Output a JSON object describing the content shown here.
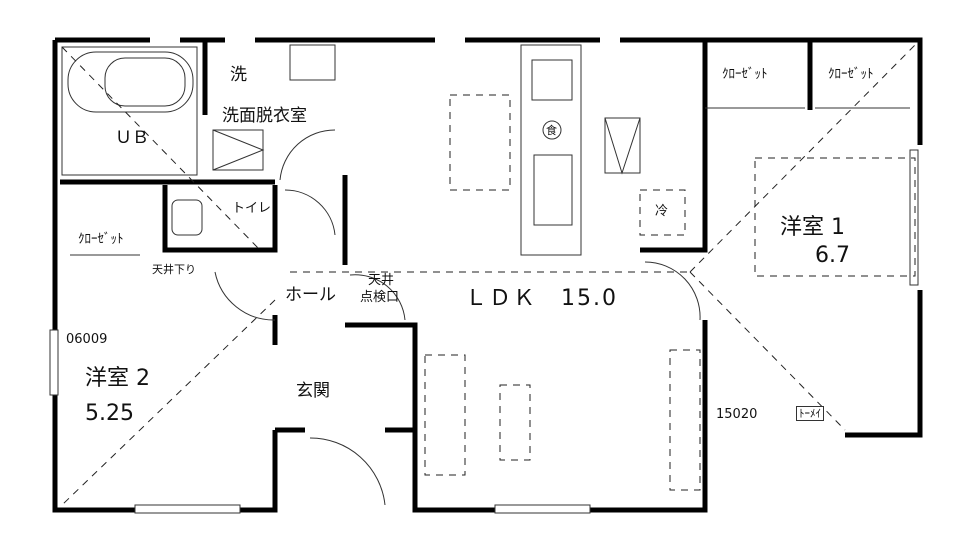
{
  "plan": {
    "rooms": {
      "ub": "ＵＢ",
      "washroom": "洗面脱衣室",
      "washer": "洗",
      "toilet": "トイレ",
      "closet_left": "ｸﾛｰｾﾞｯﾄ",
      "ceiling_drop": "天井下り",
      "hall": "ホール",
      "ceiling_hatch_1": "天井",
      "ceiling_hatch_2": "点検口",
      "ldk": "ＬＤＫ　15.0",
      "fridge": "冷",
      "dining_mark": "食",
      "closet_r1": "ｸﾛｰｾﾞｯﾄ",
      "closet_r2": "ｸﾛｰｾﾞｯﾄ",
      "bedroom1_name": "洋室 1",
      "bedroom1_size": "6.7",
      "bedroom2_name": "洋室 2",
      "bedroom2_size": "5.25",
      "entrance": "玄関",
      "code_left": "06009",
      "code_right": "15020",
      "tomei": "ﾄｰﾒｲ"
    }
  }
}
